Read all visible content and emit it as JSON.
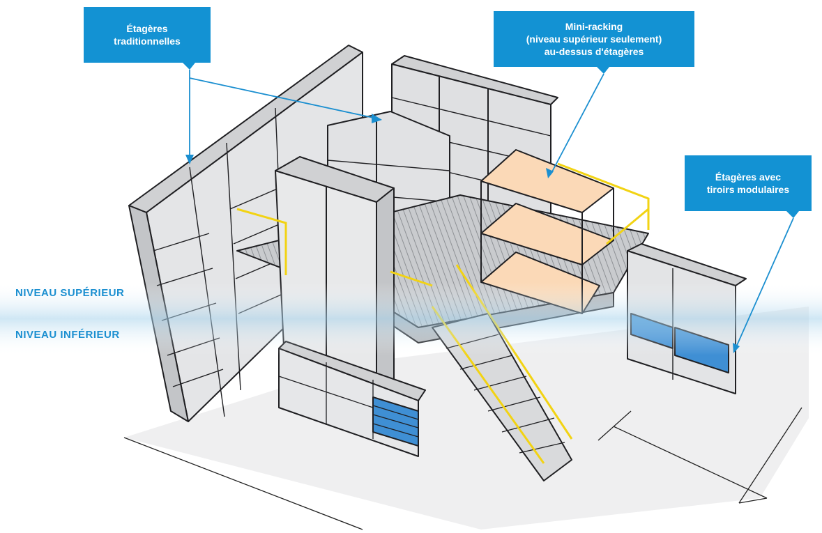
{
  "callouts": {
    "traditional": {
      "line1": "Étagères",
      "line2": "traditionnelles"
    },
    "minirack": {
      "line1": "Mini-racking",
      "line2": "(niveau supérieur seulement)",
      "line3": "au-dessus d'étagères"
    },
    "drawers": {
      "line1": "Étagères avec",
      "line2": "tiroirs modulaires"
    }
  },
  "levels": {
    "upper": "NIVEAU SUPÉRIEUR",
    "lower": "NIVEAU INFÉRIEUR"
  },
  "colors": {
    "callout_bg": "#1392d3",
    "level_text": "#1b8fd0",
    "steel": "#d9dadc",
    "steel_dark": "#b4b6b9",
    "outline": "#1f1f22",
    "railing": "#f2d313",
    "mini_shelf": "#fbd9b7",
    "drawer_blue": "#3f8fd4",
    "level_band": "#a8d3ec"
  },
  "icons": [
    "warehouse-mezzanine-illustration",
    "staircase-icon",
    "railing-icon"
  ]
}
